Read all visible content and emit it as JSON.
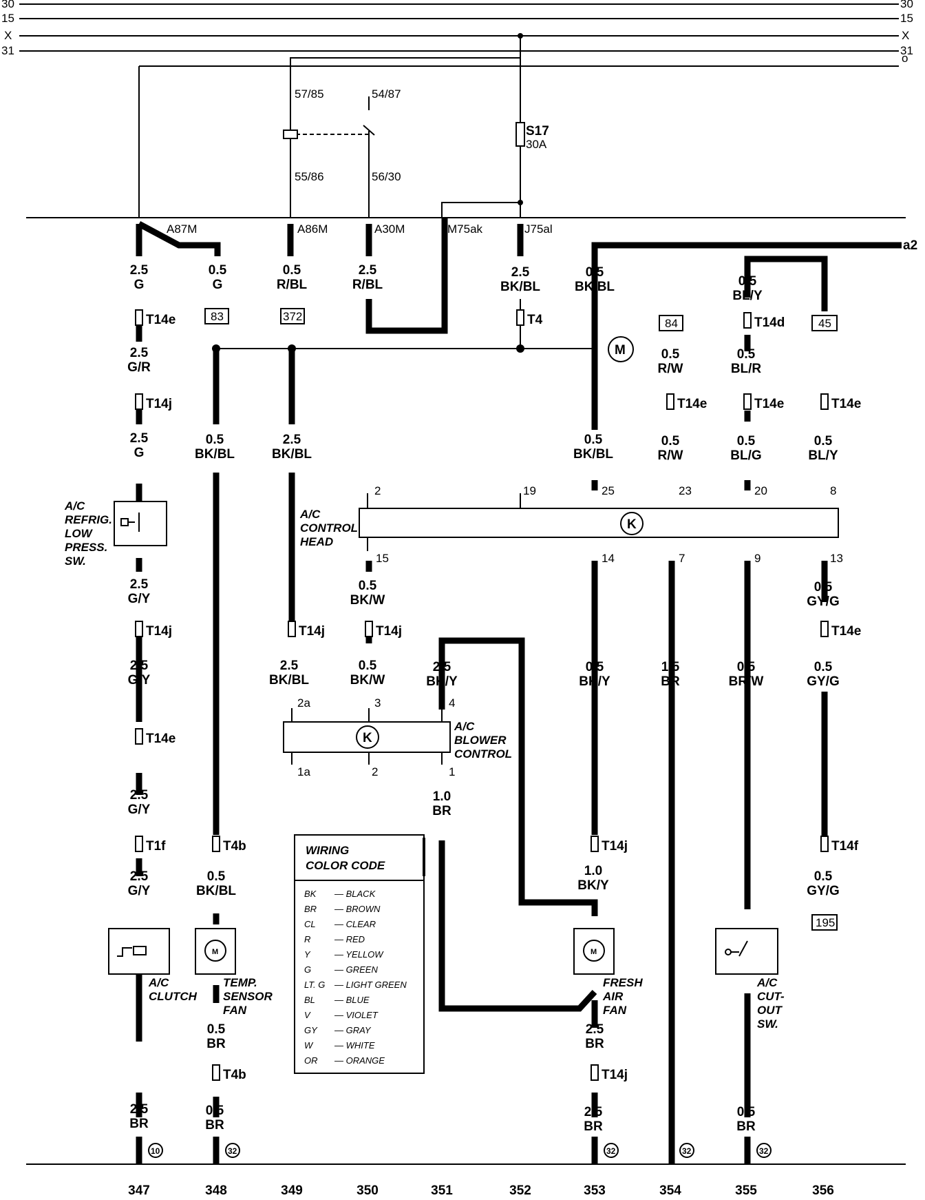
{
  "buses": [
    {
      "id": "30",
      "left": "30",
      "right": "30"
    },
    {
      "id": "15",
      "left": "15",
      "right": "15"
    },
    {
      "id": "x",
      "left": "X",
      "right": "X"
    },
    {
      "id": "31",
      "left": "31",
      "right": "31"
    },
    {
      "id": "o",
      "left": "",
      "right": "o"
    }
  ],
  "relay": {
    "p1": "57/85",
    "p2": "54/87",
    "p3": "55/86",
    "p4": "56/30"
  },
  "fuse": {
    "name": "S17",
    "rating": "30A"
  },
  "connectors_top": [
    "A87M",
    "A86M",
    "A30M",
    "M75ak",
    "J75al"
  ],
  "motor_symbol": "M",
  "wires": [
    {
      "id": "w1",
      "gauge": "2.5",
      "color": "G"
    },
    {
      "id": "w2",
      "gauge": "0.5",
      "color": "G"
    },
    {
      "id": "w3",
      "gauge": "0.5",
      "color": "R/BL"
    },
    {
      "id": "w4",
      "gauge": "2.5",
      "color": "R/BL"
    },
    {
      "id": "w5",
      "gauge": "2.5",
      "color": "BK/BL"
    },
    {
      "id": "w6",
      "gauge": "0.5",
      "color": "BK/BL"
    },
    {
      "id": "w7",
      "gauge": "0.5",
      "color": "BL/Y"
    },
    {
      "id": "w8",
      "gauge": "2.5",
      "color": "G/R"
    },
    {
      "id": "w9",
      "gauge": "0.5",
      "color": "R/W"
    },
    {
      "id": "w10",
      "gauge": "0.5",
      "color": "BL/R"
    },
    {
      "id": "w11",
      "gauge": "2.5",
      "color": "G"
    },
    {
      "id": "w12",
      "gauge": "0.5",
      "color": "BK/BL"
    },
    {
      "id": "w13",
      "gauge": "2.5",
      "color": "BK/BL"
    },
    {
      "id": "w14",
      "gauge": "0.5",
      "color": "BK/BL"
    },
    {
      "id": "w15",
      "gauge": "0.5",
      "color": "R/W"
    },
    {
      "id": "w16",
      "gauge": "0.5",
      "color": "BL/G"
    },
    {
      "id": "w17",
      "gauge": "0.5",
      "color": "BL/Y"
    },
    {
      "id": "w18",
      "gauge": "2.5",
      "color": "G/Y"
    },
    {
      "id": "w19",
      "gauge": "0.5",
      "color": "BK/W"
    },
    {
      "id": "w20",
      "gauge": "0.5",
      "color": "GY/G"
    },
    {
      "id": "w21",
      "gauge": "2.5",
      "color": "G/Y"
    },
    {
      "id": "w22",
      "gauge": "2.5",
      "color": "BK/BL"
    },
    {
      "id": "w23",
      "gauge": "0.5",
      "color": "BK/W"
    },
    {
      "id": "w24",
      "gauge": "2.5",
      "color": "BK/Y"
    },
    {
      "id": "w25",
      "gauge": "0.5",
      "color": "BK/Y"
    },
    {
      "id": "w26",
      "gauge": "1.5",
      "color": "BR"
    },
    {
      "id": "w27",
      "gauge": "0.5",
      "color": "BR/W"
    },
    {
      "id": "w28",
      "gauge": "0.5",
      "color": "GY/G"
    },
    {
      "id": "w29",
      "gauge": "2.5",
      "color": "G/Y"
    },
    {
      "id": "w30",
      "gauge": "1.0",
      "color": "BR"
    },
    {
      "id": "w31",
      "gauge": "2.5",
      "color": "G/Y"
    },
    {
      "id": "w32",
      "gauge": "0.5",
      "color": "BK/BL"
    },
    {
      "id": "w33",
      "gauge": "1.0",
      "color": "BK/Y"
    },
    {
      "id": "w34",
      "gauge": "0.5",
      "color": "GY/G"
    },
    {
      "id": "w35",
      "gauge": "0.5",
      "color": "BR"
    },
    {
      "id": "w36",
      "gauge": "2.5",
      "color": "BR"
    },
    {
      "id": "w37",
      "gauge": "0.5",
      "color": "BR"
    },
    {
      "id": "w38",
      "gauge": "2.5",
      "color": "BR"
    },
    {
      "id": "w39",
      "gauge": "2.5",
      "color": "BR"
    },
    {
      "id": "w40",
      "gauge": "0.5",
      "color": "BR"
    }
  ],
  "plugs": [
    {
      "id": "p1",
      "text": "T14e"
    },
    {
      "id": "p2",
      "text": "T4"
    },
    {
      "id": "p3",
      "text": "T14d"
    },
    {
      "id": "p4",
      "text": "T14j"
    },
    {
      "id": "p5",
      "text": "T14e"
    },
    {
      "id": "p6",
      "text": "T14e"
    },
    {
      "id": "p7",
      "text": "T14e"
    },
    {
      "id": "p8",
      "text": "T14j"
    },
    {
      "id": "p9",
      "text": "T14j"
    },
    {
      "id": "p10",
      "text": "T14j"
    },
    {
      "id": "p11",
      "text": "T14e"
    },
    {
      "id": "p12",
      "text": "T14e"
    },
    {
      "id": "p13",
      "text": "T1f"
    },
    {
      "id": "p14",
      "text": "T4b"
    },
    {
      "id": "p15",
      "text": "T14j"
    },
    {
      "id": "p16",
      "text": "T14f"
    },
    {
      "id": "p17",
      "text": "T4b"
    },
    {
      "id": "p18",
      "text": "T14j"
    }
  ],
  "refs": [
    {
      "id": "r1",
      "text": "83"
    },
    {
      "id": "r2",
      "text": "372"
    },
    {
      "id": "r3",
      "text": "84"
    },
    {
      "id": "r4",
      "text": "45"
    },
    {
      "id": "r5",
      "text": "195"
    }
  ],
  "a2_label": "a2",
  "control_head": {
    "label_lines": [
      "A/C",
      "CONTROL",
      "HEAD"
    ],
    "symbol": "K",
    "pins_top": [
      "2",
      "19",
      "25",
      "23",
      "20",
      "8"
    ],
    "pins_bottom": [
      "15",
      "14",
      "7",
      "9",
      "13"
    ]
  },
  "blower_control": {
    "label_lines": [
      "A/C",
      "BLOWER",
      "CONTROL"
    ],
    "symbol": "K",
    "pins_top": [
      "2a",
      "3",
      "4"
    ],
    "pins_bottom": [
      "1a",
      "2",
      "1"
    ]
  },
  "components": {
    "low_press_sw": [
      "A/C",
      "REFRIG.",
      "LOW",
      "PRESS.",
      "SW."
    ],
    "clutch": [
      "A/C",
      "CLUTCH"
    ],
    "temp_fan": [
      "TEMP.",
      "SENSOR",
      "FAN"
    ],
    "fresh_fan": [
      "FRESH",
      "AIR",
      "FAN"
    ],
    "cutout_sw": [
      "A/C",
      "CUT-",
      "OUT",
      "SW."
    ],
    "motor_label": "M"
  },
  "legend": {
    "title_lines": [
      "WIRING",
      "COLOR CODE"
    ],
    "entries": [
      {
        "code": "BK",
        "name": "BLACK"
      },
      {
        "code": "BR",
        "name": "BROWN"
      },
      {
        "code": "CL",
        "name": "CLEAR"
      },
      {
        "code": "R",
        "name": "RED"
      },
      {
        "code": "Y",
        "name": "YELLOW"
      },
      {
        "code": "G",
        "name": "GREEN"
      },
      {
        "code": "LT. G",
        "name": "LIGHT GREEN"
      },
      {
        "code": "BL",
        "name": "BLUE"
      },
      {
        "code": "V",
        "name": "VIOLET"
      },
      {
        "code": "GY",
        "name": "GRAY"
      },
      {
        "code": "W",
        "name": "WHITE"
      },
      {
        "code": "OR",
        "name": "ORANGE"
      }
    ]
  },
  "grounds": [
    "10",
    "32",
    "32",
    "32",
    "32"
  ],
  "columns": [
    "347",
    "348",
    "349",
    "350",
    "351",
    "352",
    "353",
    "354",
    "355",
    "356"
  ]
}
